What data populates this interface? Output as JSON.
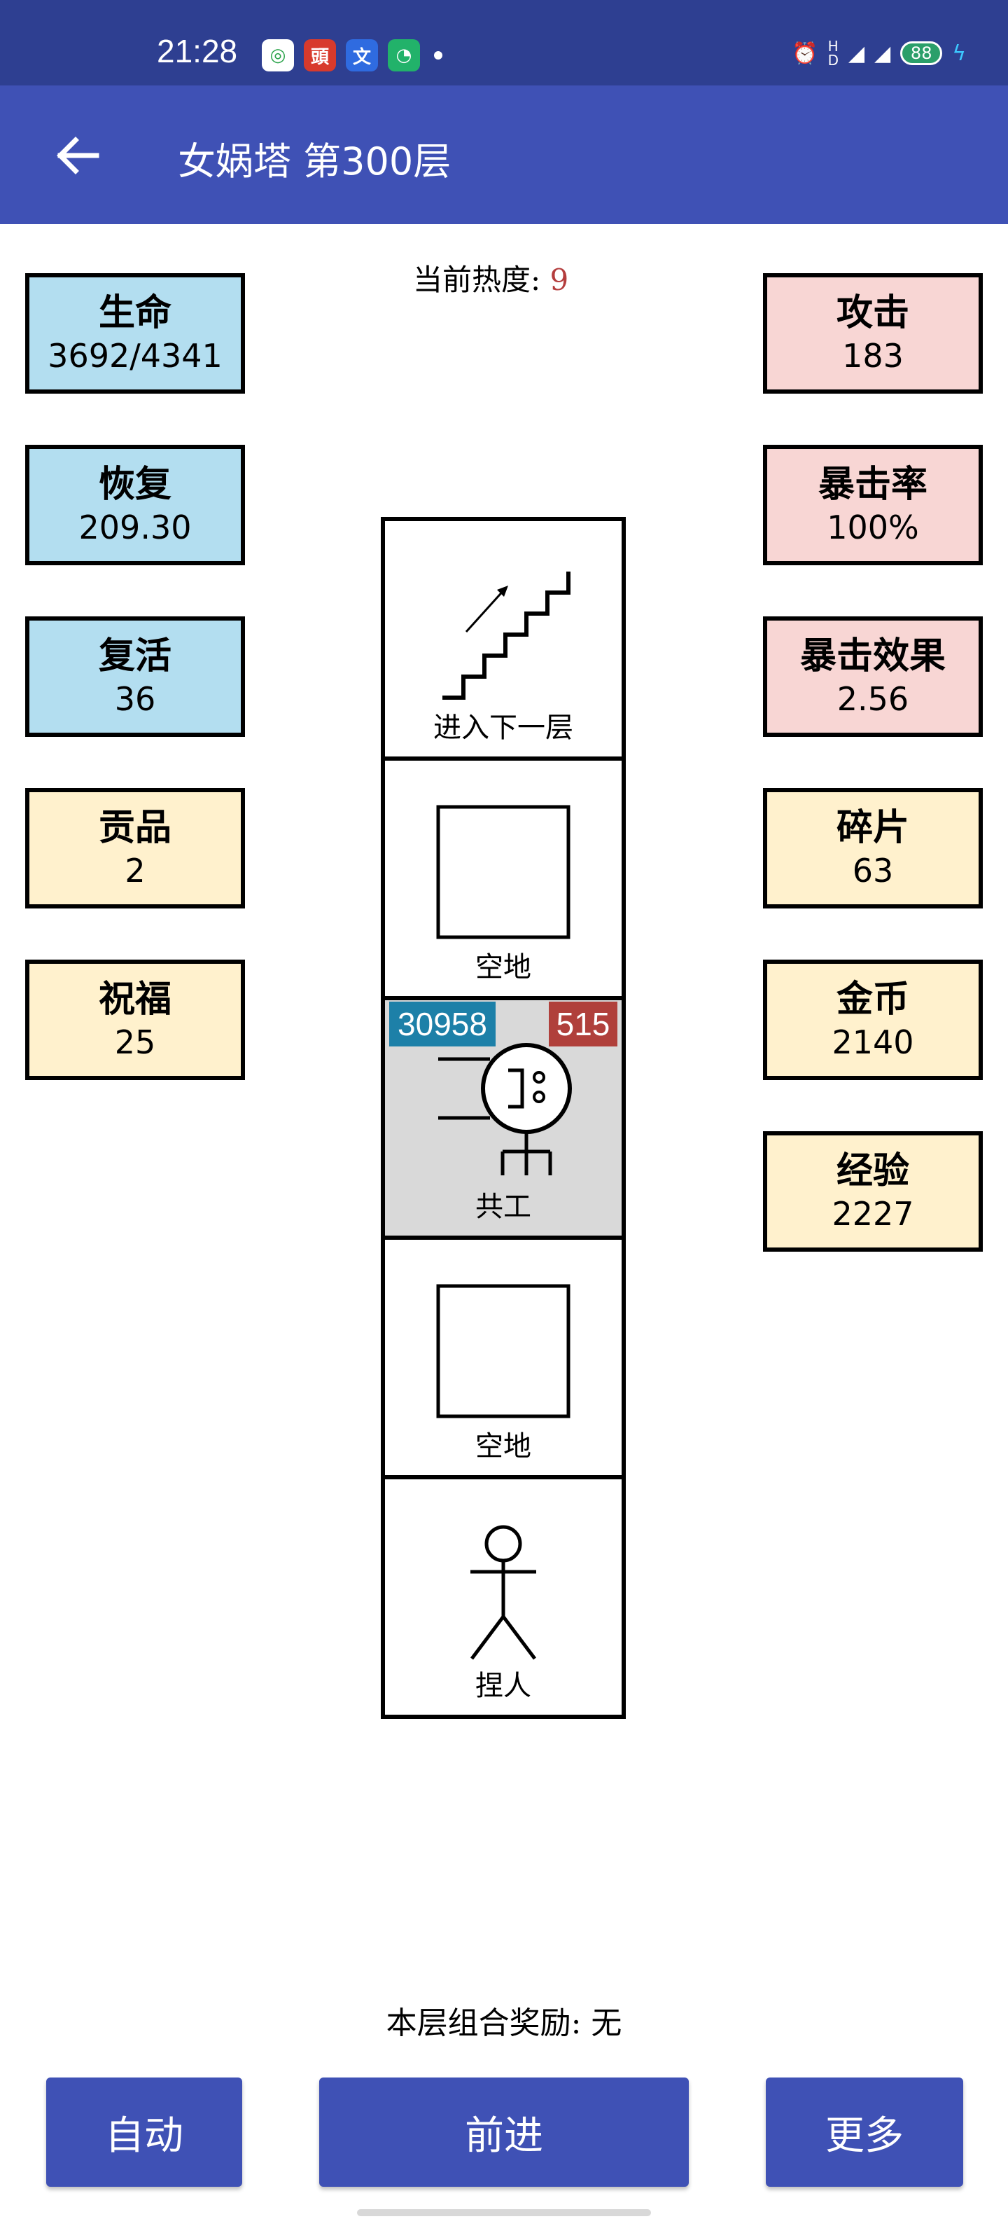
{
  "status_bar": {
    "time": "21:28",
    "battery": "88",
    "notification_icons": [
      "browser-icon",
      "news-app-icon",
      "translate-app-icon",
      "wechat-work-icon"
    ],
    "system_icons": [
      "alarm-icon",
      "hd-icon",
      "signal-icon",
      "wifi-icon",
      "battery-icon",
      "charging-icon"
    ]
  },
  "app_bar": {
    "back_icon": "arrow-left-icon",
    "title": "女娲塔 第300层"
  },
  "heat": {
    "label": "当前热度:",
    "value": "9"
  },
  "stats_left": [
    {
      "id": "hp",
      "label": "生命",
      "value": "3692/4341",
      "color": "#b3def0"
    },
    {
      "id": "regen",
      "label": "恢复",
      "value": "209.30",
      "color": "#b3def0"
    },
    {
      "id": "revive",
      "label": "复活",
      "value": "36",
      "color": "#b3def0"
    },
    {
      "id": "tribute",
      "label": "贡品",
      "value": "2",
      "color": "#fff1cd"
    },
    {
      "id": "blessing",
      "label": "祝福",
      "value": "25",
      "color": "#fff1cd"
    }
  ],
  "stats_right": [
    {
      "id": "attack",
      "label": "攻击",
      "value": "183",
      "color": "#f8d6d4"
    },
    {
      "id": "crit-rate",
      "label": "暴击率",
      "value": "100%",
      "color": "#f8d6d4"
    },
    {
      "id": "crit-effect",
      "label": "暴击效果",
      "value": "2.56",
      "color": "#f8d6d4"
    },
    {
      "id": "fragments",
      "label": "碎片",
      "value": "63",
      "color": "#fff1cd"
    },
    {
      "id": "gold",
      "label": "金币",
      "value": "2140",
      "color": "#fff1cd"
    },
    {
      "id": "exp",
      "label": "经验",
      "value": "2227",
      "color": "#fff1cd"
    }
  ],
  "tower": {
    "cells": [
      {
        "type": "stairs",
        "label": "进入下一层",
        "icon": "stairs-up-icon"
      },
      {
        "type": "empty",
        "label": "空地",
        "icon": "empty-square-icon"
      },
      {
        "type": "monster",
        "label": "共工",
        "icon": "monster-gonggong-icon",
        "hp": "30958",
        "attack": "515"
      },
      {
        "type": "empty",
        "label": "空地",
        "icon": "empty-square-icon"
      },
      {
        "type": "player",
        "label": "捏人",
        "icon": "stick-figure-icon"
      }
    ]
  },
  "combo": {
    "label": "本层组合奖励:",
    "value": "无"
  },
  "buttons": {
    "auto": "自动",
    "forward": "前进",
    "more": "更多"
  },
  "colors": {
    "status_bar": "#2e3f91",
    "primary": "#3f51b5",
    "heat_value": "#b43d3d",
    "hp_badge": "#1d80a8",
    "attack_badge": "#b0403b"
  }
}
